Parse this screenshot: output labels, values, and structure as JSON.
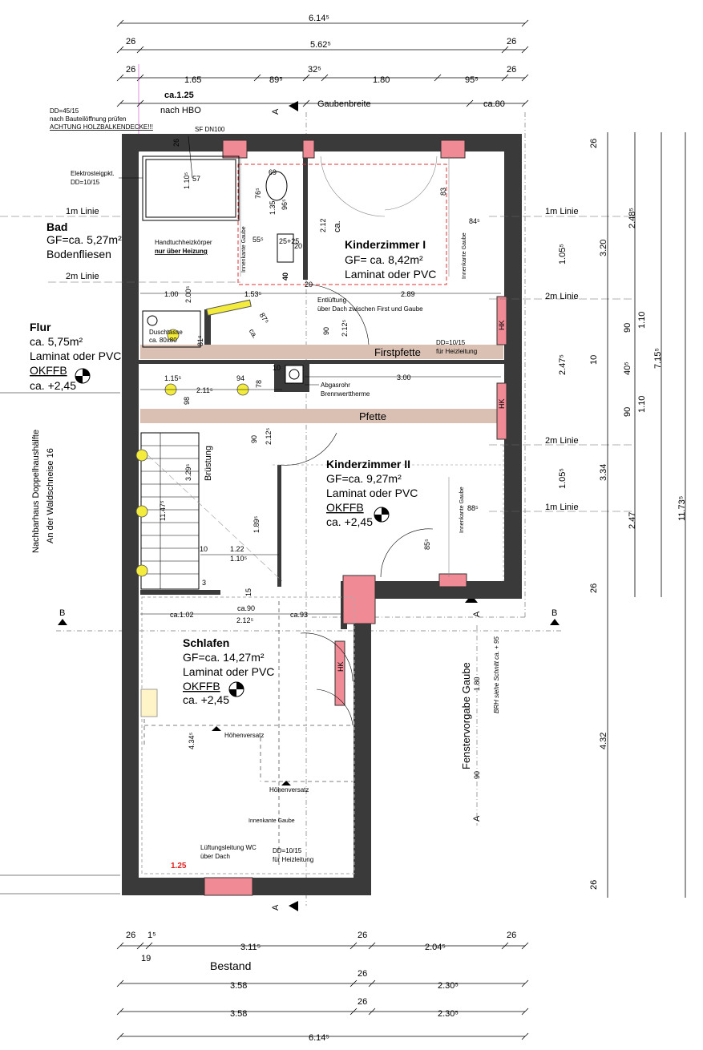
{
  "dims_top": {
    "overall": "6.14⁵",
    "r2_left": "26",
    "r2_mid": "5.62⁵",
    "r2_right": "26",
    "r3_a": "26",
    "r3_b": "1.65",
    "r3_c": "89⁵",
    "r3_d": "32⁵",
    "r3_e": "1.80",
    "r3_f": "95⁵",
    "r3_g": "26",
    "r4_a": "ca.1.25",
    "r4_a2": "nach HBO",
    "r4_b": "Gaubenbreite",
    "r4_c": "ca.80"
  },
  "notes": {
    "dd_note1": "DD=45/15",
    "dd_note2": "nach Bauteilöffnung prüfen",
    "dd_note3": "ACHTUNG HOLZBALKENDECKE!!!",
    "sf": "SF DN100",
    "elektro1": "Elektrosteigpkt.",
    "elektro2": "DD=10/15",
    "handtuch1": "Handtuchheizkörper",
    "handtuch2": "nur über Heizung",
    "entl1": "Entlüftung",
    "entl2": "über Dach zwischen First und Gaube",
    "dd_heiz1": "DD=10/15",
    "dd_heiz2": "für Heizleitung",
    "abgas1": "Abgasrohr",
    "abgas2": "Brennwerttherme",
    "firstpfette": "Firstpfette",
    "pfette": "Pfette",
    "nachbar1": "Nachbarhaus Doppelhaushälfte",
    "nachbar2": "An der Waldschneise 16",
    "bruestung": "Brüstung",
    "hoehenversatz1": "Höhenversatz",
    "hoehenversatz2": "Höhenversatz",
    "innenkante1": "Innenkante Gaube",
    "innenkante2": "Innenkante Gaube",
    "innenkante3": "Innenkante Gaube",
    "innenkante4": "Innenkante Gaube",
    "lueft1": "Lüftungsleitung WC",
    "lueft2": "über Dach",
    "dd_heiz3": "DD=10/15",
    "dd_heiz4": "für Heizleitung",
    "fenster": "Fenstervorgabe Gaube",
    "brh": "BRH siehe Schnitt ca. + 95",
    "hk": "HK",
    "red_125": "1.25"
  },
  "lines": {
    "m1_left": "1m Linie",
    "m2_left": "2m Linie",
    "m1_right": "1m Linie",
    "m2_right": "2m Linie",
    "m2_right2": "2m Linie",
    "m1_right2": "1m Linie"
  },
  "rooms": {
    "bad": {
      "name": "Bad",
      "area": "GF=ca. 5,27m²",
      "floor": "Bodenfliesen"
    },
    "flur": {
      "name": "Flur",
      "area": "ca. 5,75m²",
      "floor": "Laminat oder PVC",
      "ok": "OKFFB",
      "h": "ca. +2,45"
    },
    "kz1": {
      "name": "Kinderzimmer I",
      "area": "GF= ca. 8,42m²",
      "floor": "Laminat oder PVC"
    },
    "kz2": {
      "name": "Kinderzimmer II",
      "area": "GF=ca. 9,27m²",
      "floor": "Laminat oder PVC",
      "ok": "OKFFB",
      "h": "ca. +2,45"
    },
    "schlafen": {
      "name": "Schlafen",
      "area": "GF=ca. 14,27m²",
      "floor": "Laminat oder PVC",
      "ok": "OKFFB",
      "h": "ca. +2,45"
    }
  },
  "inner_dims": {
    "d_26a": "26",
    "d_110": "1.10⁵",
    "d_57": "57",
    "d_69": "69",
    "d_76": "76⁵",
    "d_135": "1.35",
    "d_96": "96⁵",
    "d_55": "55⁵",
    "d_25_25": "25+25",
    "d_20": "20",
    "d_40": "40",
    "d_212": "2.12",
    "d_ca": "ca.",
    "d_100": "1.00",
    "d_200": "2.00⁵",
    "d_153": "1.53⁵",
    "d_289": "2.89",
    "d_20b": "20",
    "d_duschtasse": "Duschtasse",
    "d_dusch2": "ca. 80x80",
    "d_81": "81⁵",
    "d_ca2": "ca.",
    "d_87": "87⁵",
    "d_90": "90",
    "d_2125": "2.12⁵",
    "d_115": "1.15⁵",
    "d_94": "94",
    "d_78": "78",
    "d_211": "2.11⁵",
    "d_10": "10",
    "d_300": "3.00",
    "d_98": "98",
    "d_90b": "90",
    "d_2125b": "2.12⁵",
    "d_329": "3.29⁵",
    "d_1147": "11.47⁵",
    "d_189": "1.89⁵",
    "d_122": "1.22",
    "d_110b": "1.10⁵",
    "d_10b": "10",
    "d_3": "3",
    "d_15": "15",
    "d_ca90": "ca.90",
    "d_ca102": "ca.1.02",
    "d_2125c": "2.12⁵",
    "d_ca93": "ca.93",
    "d_83": "83",
    "d_84": "84⁵",
    "d_88": "88⁵",
    "d_85": "85⁵",
    "d_434": "4.34⁵",
    "d_180": "1.80",
    "d_90c": "90",
    "d_a": "A",
    "d_b": "B"
  },
  "dims_right": {
    "c1_26a": "26",
    "c1_320": "3.20",
    "c1_10": "10",
    "c1_334": "3.34",
    "c1_26b": "26",
    "c1_432": "4.32",
    "c1_26c": "26",
    "c2_248": "2.48⁵",
    "c2_105": "1.05⁵",
    "c2_90": "90",
    "c2_40": "40⁵",
    "c2_247": "2.47⁵",
    "c2_90b": "90",
    "c2_105b": "1.05⁵",
    "c2_247b": "2.47",
    "c3_110": "1.10",
    "c3_110b": "1.10",
    "c3_715": "7.15⁵",
    "c4_1173": "11.73⁵"
  },
  "dims_bottom": {
    "r1_26": "26",
    "r1_15": "1⁵",
    "r1_19": "19",
    "r1_311": "3.11⁵",
    "r1_26b": "26",
    "r1_204": "2.04⁵",
    "r1_26c": "26",
    "bestand": "Bestand",
    "r2_358": "3.58",
    "r2_26": "26",
    "r2_230": "2.30⁵",
    "r3_358": "3.58",
    "r3_26": "26",
    "r3_230": "2.30⁵",
    "overall": "6.14⁵"
  }
}
